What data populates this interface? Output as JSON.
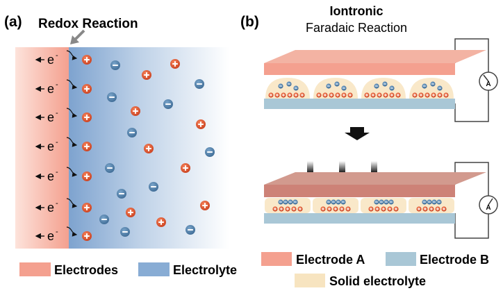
{
  "panel_a": {
    "label": "(a)",
    "redox_title": "Redox Reaction",
    "electron_text": "e",
    "electron_sup": "-",
    "legend": [
      {
        "label": "Electrodes",
        "color": "#f4a08f"
      },
      {
        "label": "Electrolyte",
        "color": "#88acd4"
      }
    ]
  },
  "panel_b": {
    "label": "(b)",
    "title_line1": "Iontronic",
    "title_line2": "Faradaic Reaction",
    "meter_label": "A",
    "legend": [
      {
        "label": "Electrode A",
        "color": "#f4a08f"
      },
      {
        "label": "Electrode B",
        "color": "#a9c7d6"
      },
      {
        "label": "Solid electrolyte",
        "color": "#f7e4c0"
      }
    ]
  },
  "colors": {
    "electrode": "#f4a08f",
    "electrode_pressed": "#cd8277",
    "electrode_b": "#a9c7d6",
    "solid_electrolyte": "#f9e8c9",
    "cation": "#e2542e",
    "anion": "#4f7ea8",
    "arrow": "#2b2b2b"
  }
}
